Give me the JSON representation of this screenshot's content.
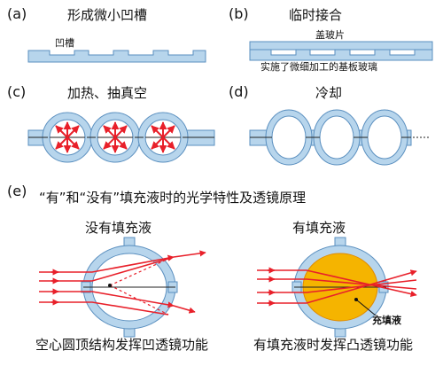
{
  "colors": {
    "glass_fill": "#b7d5ec",
    "glass_edge": "#5a8fbf",
    "arrow_red": "#e8202a",
    "liquid_fill": "#f5b400",
    "liquid_edge": "#e08a00",
    "text": "#111111"
  },
  "panels": {
    "a": {
      "label": "(a)",
      "title": "形成微小凹槽",
      "note": "凹槽"
    },
    "b": {
      "label": "(b)",
      "title": "临时接合",
      "top_note": "盖玻片",
      "bottom_note": "实施了微细加工的基板玻璃"
    },
    "c": {
      "label": "(c)",
      "title": "加热、抽真空"
    },
    "d": {
      "label": "(d)",
      "title": "冷却"
    },
    "e": {
      "label": "(e)",
      "title": "“有”和“没有”填充液时的光学特性及透镜原理",
      "left_subtitle": "没有填充液",
      "right_subtitle": "有填充液",
      "liquid_note": "充填液",
      "left_caption": "空心圆顶结构发挥凹透镜功能",
      "right_caption": "有填充液时发挥凸透镜功能"
    }
  }
}
